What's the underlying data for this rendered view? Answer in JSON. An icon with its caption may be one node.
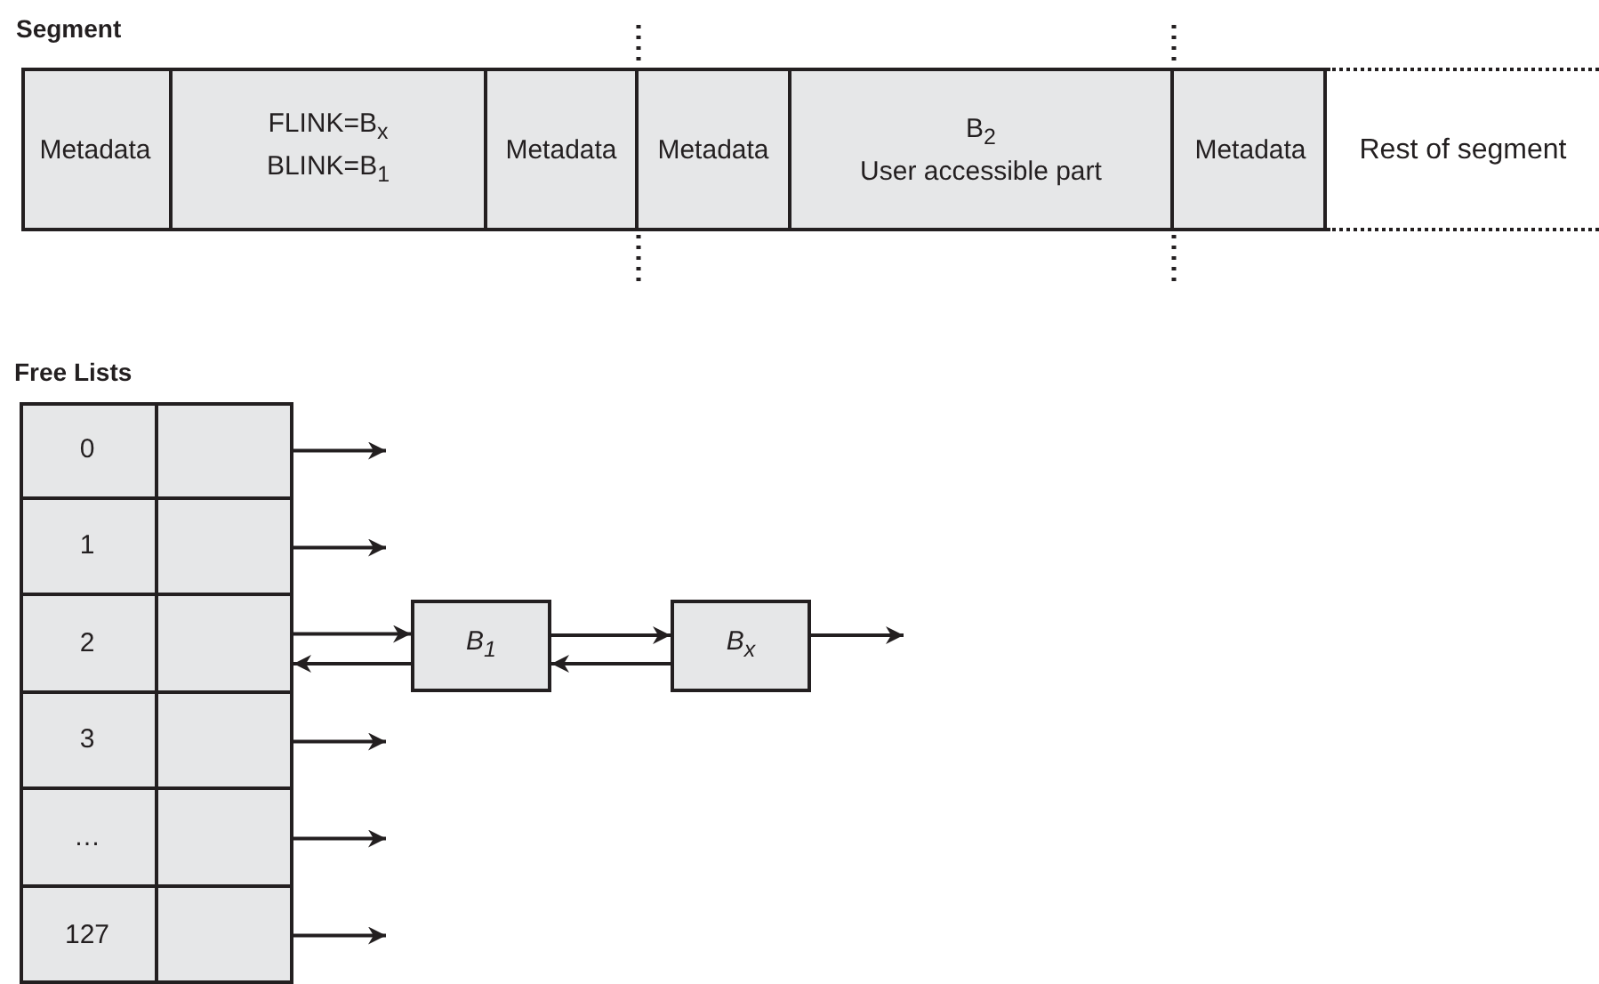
{
  "diagram": {
    "nodes": [
      {
        "text": [
          "Segment"
        ]
      },
      {
        "text": [
          "Metadata"
        ],
        "in": 0
      },
      {
        "text": [
          "FLINK=B$_{x}$",
          "BLINK=B$_{1}$"
        ],
        "in": 0
      },
      {
        "text": [
          "Metadata"
        ],
        "in": 0
      },
      {
        "text": [
          "Metadata"
        ],
        "in": 0
      },
      {
        "text": [
          "B$_{2}$",
          "User accessible part"
        ],
        "in": 0
      },
      {
        "text": [
          "Metadata"
        ],
        "in": 0
      },
      {
        "text": [
          "Rest of segment"
        ]
      },
      {
        "text": [
          "Free Lists"
        ]
      },
      {
        "text": [
          "0"
        ],
        "in": 8
      },
      {
        "text": [],
        "shape": "box",
        "in": 8
      },
      {
        "text": [
          "1"
        ],
        "in": 8
      },
      {
        "text": [],
        "shape": "box",
        "in": 8
      },
      {
        "text": [
          "2"
        ],
        "in": 8
      },
      {
        "text": [],
        "shape": "box",
        "in": 8
      },
      {
        "text": [
          "3"
        ],
        "in": 8
      },
      {
        "text": [],
        "shape": "box",
        "in": 8
      },
      {
        "text": [
          "…"
        ],
        "in": 8
      },
      {
        "text": [],
        "shape": "box",
        "in": 8
      },
      {
        "text": [
          "127"
        ],
        "in": 8
      },
      {
        "text": [],
        "shape": "box",
        "in": 8
      },
      {
        "text": [
          "B$_{1}$"
        ]
      },
      {
        "text": [
          "B$_{x}$"
        ]
      }
    ],
    "edges": [
      {
        "from": 10,
        "to": null,
        "arrow": "to"
      },
      {
        "from": 12,
        "to": null,
        "arrow": "to"
      },
      {
        "from": 14,
        "to": 21,
        "arrow": "to"
      },
      {
        "from": 21,
        "to": 14,
        "arrow": "to"
      },
      {
        "from": 21,
        "to": 22,
        "arrow": "to"
      },
      {
        "from": 22,
        "to": 21,
        "arrow": "to"
      },
      {
        "from": 22,
        "to": null,
        "arrow": "to"
      },
      {
        "from": 16,
        "to": null,
        "arrow": "to"
      },
      {
        "from": 18,
        "to": null,
        "arrow": "to"
      },
      {
        "from": 20,
        "to": null,
        "arrow": "to"
      }
    ]
  }
}
